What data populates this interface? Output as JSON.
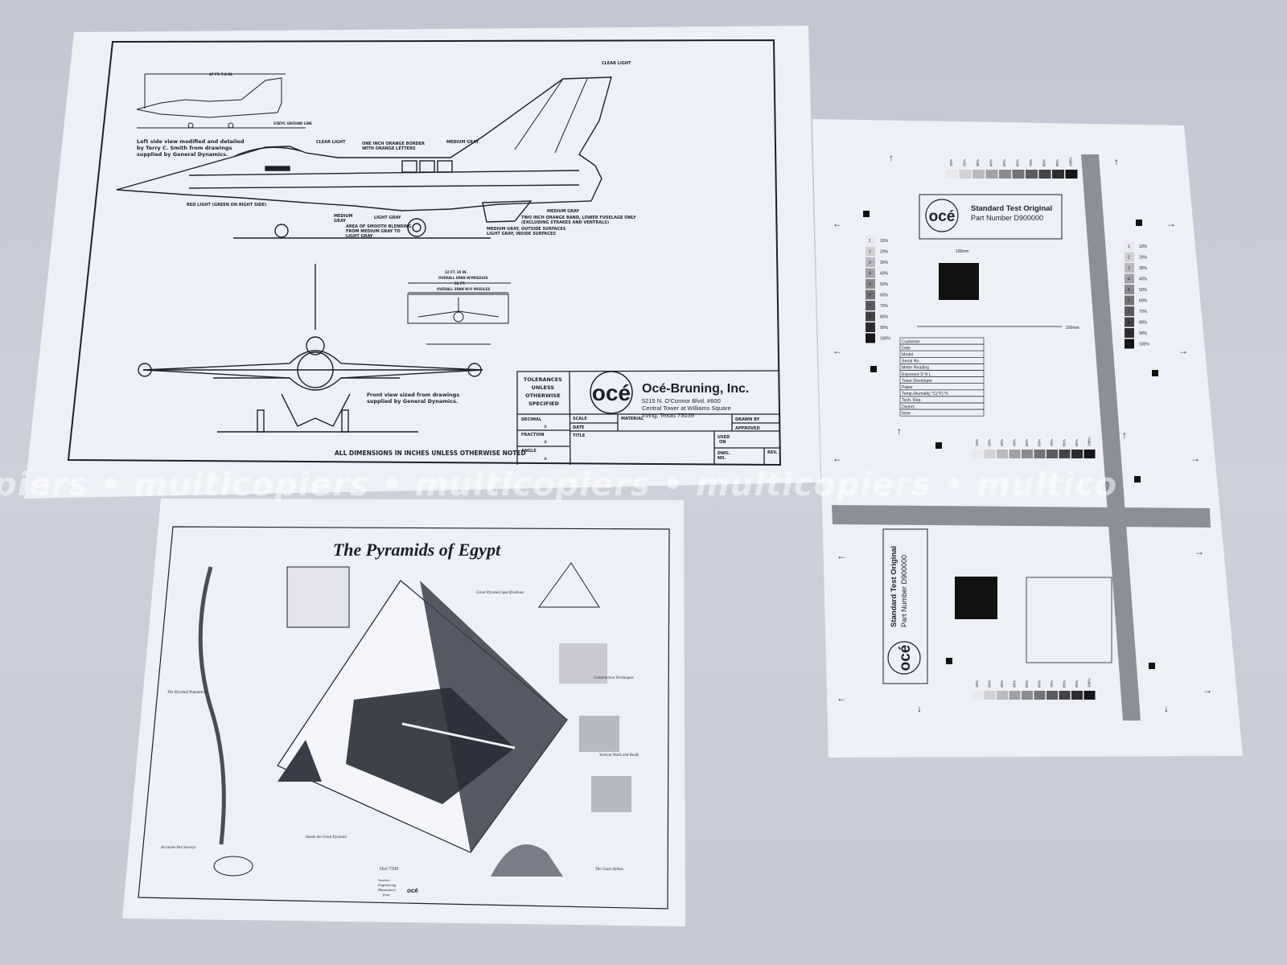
{
  "watermark": {
    "text": "piers  •  multicopiers  •  multicopiers  •  multicopiers  •  multico"
  },
  "f16_sheet": {
    "side_view_note": [
      "Left side view modified and detailed",
      "by Terry C. Smith from drawings",
      "supplied by General Dynamics."
    ],
    "front_view_note": [
      "Front view sized from drawings",
      "supplied by General Dynamics."
    ],
    "callouts": {
      "clear_light": "CLEAR LIGHT",
      "clear_light_top": "CLEAR LIGHT",
      "orange_border": [
        "ONE INCH ORANGE BORDER",
        "WITH ORANGE LETTERS"
      ],
      "medium_gray_top": "MEDIUM GRAY",
      "red_light": "RED LIGHT (GREEN ON RIGHT SIDE)",
      "medium_gray_left": [
        "MEDIUM",
        "GRAY"
      ],
      "light_gray": "LIGHT GRAY",
      "smooth_blending": [
        "AREA OF SMOOTH BLENDING",
        "FROM MEDIUM GRAY TO",
        "LIGHT GRAY"
      ],
      "medium_gray_right": "MEDIUM GRAY",
      "orange_band": [
        "TWO INCH ORANGE BAND, LOWER FUSELAGE ONLY",
        "(EXCLUDING STRAKES AND VENTRALS)"
      ],
      "outside_surfaces": [
        "MEDIUM GRAY, OUTSIDE SURFACES",
        "LIGHT GRAY, INSIDE SURFACES"
      ],
      "static_ground_line": "STATIC GROUND LINE",
      "overall_length": "47 FT. 7.6 IN.",
      "span_with_missiles": "32 FT. 10 IN.",
      "span_label_1": "OVERALL SPAN W/MISSILES",
      "span_2": "31 FT.",
      "span_label_2": "OVERALL SPAN W/O MISSILES"
    },
    "footer_note": "ALL DIMENSIONS IN INCHES UNLESS OTHERWISE NOTED",
    "title_block": {
      "tolerances": [
        "TOLERANCES",
        "UNLESS",
        "OTHERWISE",
        "SPECIFIED"
      ],
      "logo": "océ",
      "company": "Océ-Bruning, Inc.",
      "address": [
        "5215 N. O'Connor Blvd. #600",
        "Central Tower at Williams Square",
        "Irving, Texas 75039"
      ],
      "decimal": "DECIMAL",
      "fraction": "FRACTION",
      "angle": "ANGLE",
      "plusminus": "±",
      "scale": "SCALE",
      "date": "DATE",
      "material": "MATERIAL",
      "drawn_by": "DRAWN BY",
      "approved": "APPROVED",
      "title": "TITLE",
      "used_on": [
        "USED",
        "ON"
      ],
      "dwg_no": [
        "DWG.",
        "NO."
      ],
      "rev": "REV."
    }
  },
  "pyramids_sheet": {
    "title": "The Pyramids of Egypt",
    "headings": [
      "Great Pyramid Specifications",
      "Construction Techniques",
      "Vertical Walls and Roofs",
      "The Pyramid Population",
      "Accurate Site Surveys",
      "Inside the Great Pyramid",
      "The Giant Sphinx"
    ],
    "footer": [
      "Océ 7100",
      "Another",
      "Engineering",
      "Masterpiece",
      "from",
      "océ"
    ]
  },
  "test_chart": {
    "title": "Standard Test Original",
    "part_number": "Part Number D900000",
    "logo": "océ",
    "dimension": "100mm",
    "gray_levels": [
      "10%",
      "20%",
      "30%",
      "40%",
      "50%",
      "60%",
      "70%",
      "80%",
      "90%",
      "100%"
    ],
    "step_numbers": [
      "1",
      "2",
      "3",
      "4",
      "5",
      "6",
      "7",
      "8",
      "9",
      "10"
    ],
    "form_fields": [
      "Customer",
      "Date",
      "Model",
      "Serial No.",
      "Meter Reading",
      "Exposure      D      N      L",
      "Toner          Developer",
      "Paper",
      "Temp./Humidity        °C(°F)       %",
      "Tech. Rep.",
      "District",
      "Note"
    ]
  },
  "colors": {
    "background": "#c8cad6",
    "paper": "#eef0f8",
    "ink": "#1d1f2a"
  }
}
